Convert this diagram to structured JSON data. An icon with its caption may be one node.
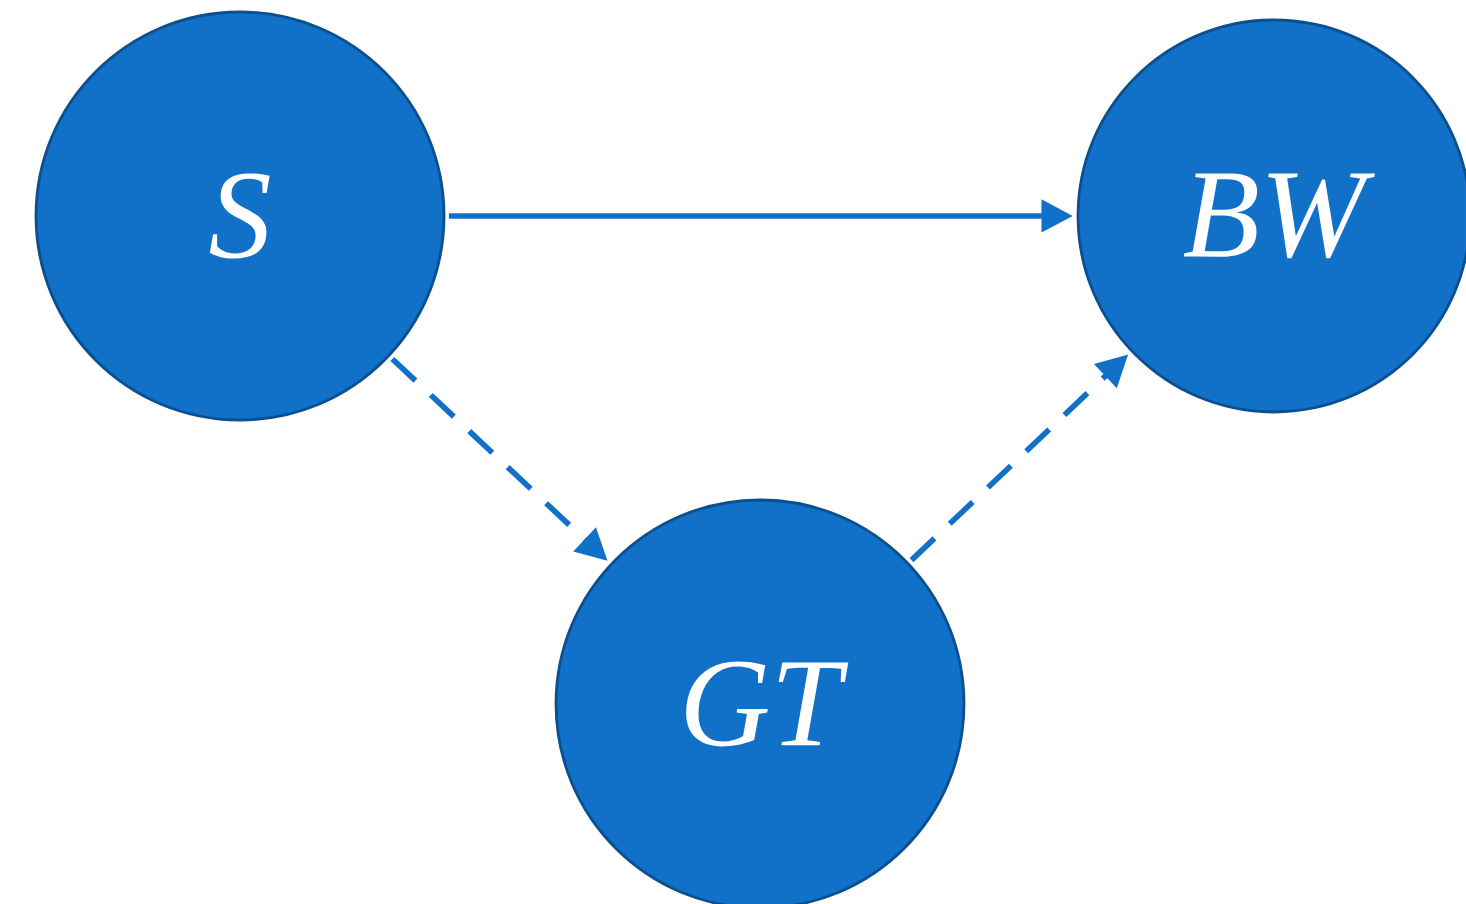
{
  "diagram": {
    "nodes": [
      {
        "text": [
          "S"
        ]
      },
      {
        "text": [
          "BW"
        ]
      },
      {
        "text": [
          "GT"
        ]
      }
    ],
    "edges": [
      {
        "from": 0,
        "to": 1,
        "arrow": "to"
      },
      {
        "from": 0,
        "to": 2,
        "arrow": "to",
        "style": "dashed"
      },
      {
        "from": 2,
        "to": 1,
        "arrow": "to",
        "style": "dashed"
      }
    ]
  }
}
